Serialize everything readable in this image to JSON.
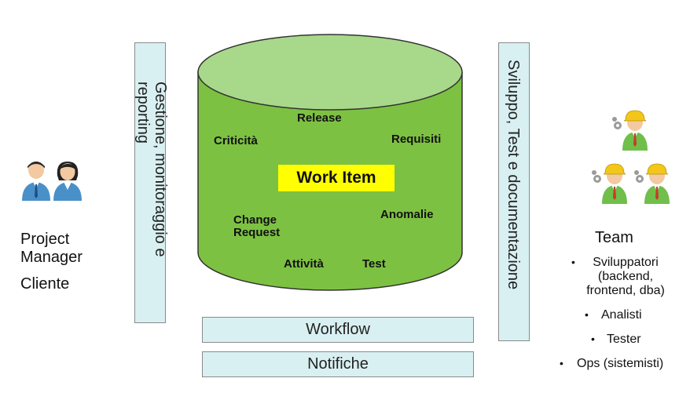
{
  "left_panel": {
    "title_line1": "Project",
    "title_line2": "Manager",
    "subtitle": "Cliente"
  },
  "left_bar": {
    "text_line1": "Gestione, monitoraggio e",
    "text_line2": "reporting"
  },
  "right_bar": {
    "text": "Sviluppo, Test e documentazione"
  },
  "database": {
    "center": "Work Item",
    "labels": {
      "release": "Release",
      "criticita": "Criticità",
      "requisiti": "Requisiti",
      "change1": "Change",
      "change2": "Request",
      "anomalie": "Anomalie",
      "attivita": "Attività",
      "test": "Test"
    },
    "colors": {
      "body": "#7dc142",
      "top": "#a8d88a",
      "highlight": "#ffff00"
    }
  },
  "bottom_boxes": {
    "workflow": "Workflow",
    "notifiche": "Notifiche"
  },
  "team": {
    "title": "Team",
    "items": {
      "sviluppatori1": "Sviluppatori",
      "sviluppatori2": "(backend,",
      "sviluppatori3": "frontend, dba)",
      "analisti": "Analisti",
      "tester": "Tester",
      "ops": "Ops (sistemisti)"
    }
  },
  "icons": {
    "manager": "person-manager-icon",
    "client": "person-client-icon",
    "worker": "worker-with-gears-icon"
  }
}
